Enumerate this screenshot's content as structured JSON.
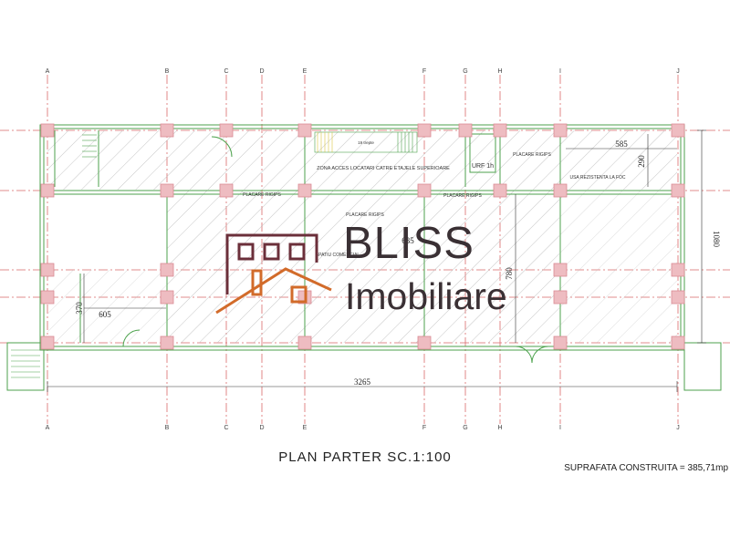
{
  "plan": {
    "title": "PLAN  PARTER  SC.1:100",
    "area": "SUPRAFATA CONSTRUITA = 385,71mp",
    "axes": [
      "A",
      "B",
      "C",
      "D",
      "E",
      "F",
      "G",
      "H",
      "I",
      "J"
    ],
    "rooms": {
      "access_zone": "ZONA ACCES LOCATARI CATRE ETAJELE SUPERIOARE",
      "stairs": "19 trepte",
      "urf": "URF 1h",
      "placare_right": "PLACARE RIGIPS",
      "usa": "USA REZISTENTA LA FOC",
      "placare_left": "PLACARE RIGIPS",
      "placare_mid": "PLACARE RIGIPS",
      "placare_center": "PLACARE RIGIPS",
      "spatiu": "SPATIU COMERCIAL"
    },
    "dimensions": {
      "total_width": "3265",
      "right_height": "1080",
      "inner_height": "780",
      "center_top": "635",
      "top_right_w": "585",
      "top_right_h": "290",
      "left_w": "605",
      "left_h": "370"
    }
  },
  "logo": {
    "line1": "BLISS",
    "line2": "Imobiliare"
  },
  "colors": {
    "grid_red": "#d96a6a",
    "column_pink": "#e6a8ae",
    "wall_green": "#4da24d",
    "hatch": "#b8b8b8",
    "logo_brown": "#6b2f3a",
    "logo_orange": "#d26b2a"
  }
}
